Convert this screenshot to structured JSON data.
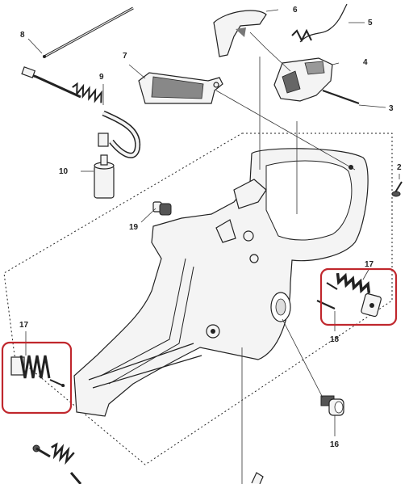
{
  "callouts": {
    "c2": "2",
    "c3": "3",
    "c4": "4",
    "c5": "5",
    "c6": "6",
    "c7": "7",
    "c8": "8",
    "c9": "9",
    "c10": "10",
    "c16": "16",
    "c17a": "17",
    "c17b": "17",
    "c18": "18",
    "c19": "19"
  },
  "colors": {
    "highlight": "#c0272d",
    "line": "#222222",
    "part_fill": "#f4f4f4"
  }
}
